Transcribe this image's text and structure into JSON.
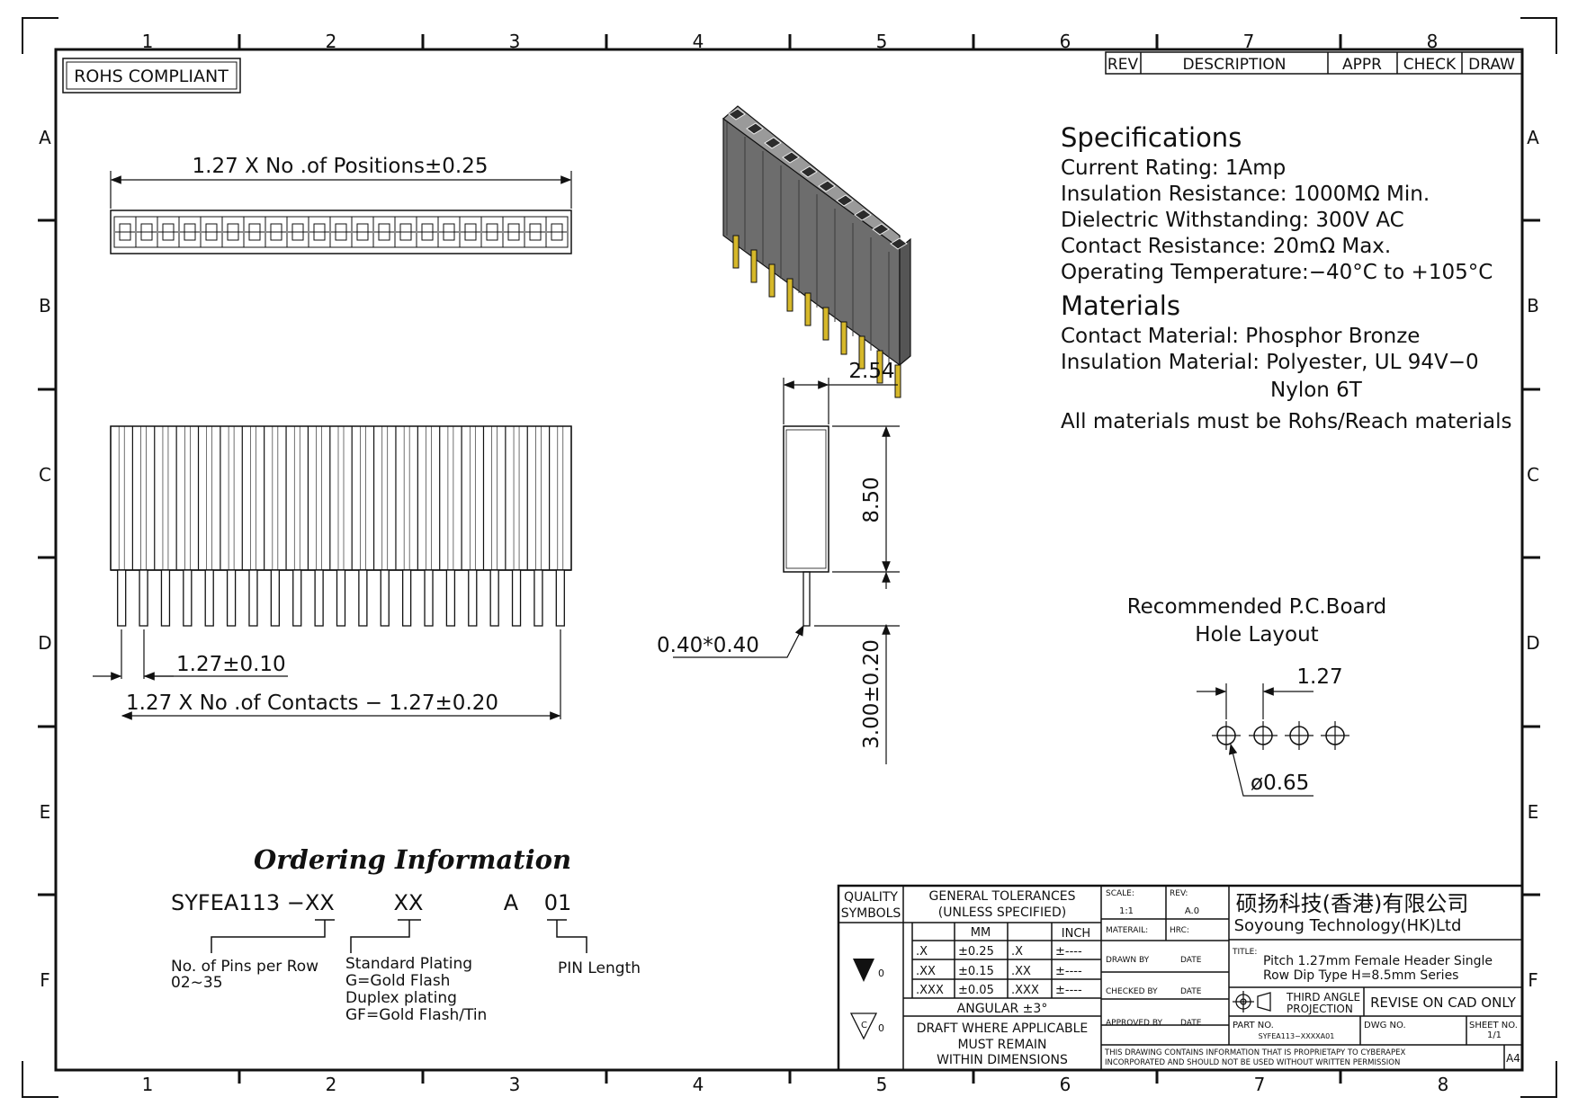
{
  "frame": {
    "cols_top": [
      "1",
      "2",
      "3",
      "4",
      "5",
      "6",
      "7",
      "8"
    ],
    "cols_bottom": [
      "1",
      "2",
      "3",
      "4",
      "5",
      "6",
      "7",
      "8"
    ],
    "rows": [
      "A",
      "B",
      "C",
      "D",
      "E",
      "F"
    ],
    "rohs": "ROHS COMPLIANT"
  },
  "revision_table": {
    "rev": "REV",
    "description": "DESCRIPTION",
    "appr": "APPR",
    "check": "CHECK",
    "draw": "DRAW"
  },
  "specifications": {
    "title": "Specifications",
    "lines": [
      "Current  Rating:    1Amp",
      "Insulation  Resistance:    1000MΩ  Min.",
      "Dielectric  Withstanding:    300V  AC",
      "Contact  Resistance:    20mΩ  Max.",
      "Operating  Temperature:−40°C  to  +105°C"
    ]
  },
  "materials": {
    "title": "Materials",
    "lines": [
      "Contact  Material:  Phosphor  Bronze",
      "Insulation  Material:  Polyester,  UL  94V−0",
      "Nylon  6T",
      "All  materials  must  be  Rohs/Reach  materials"
    ]
  },
  "dimensions": {
    "top_width": "1.27  X  No  .of  Positions±0.25",
    "pitch_front": "1.27±0.10",
    "contacts": "1.27  X  No  .of  Contacts  −  1.27±0.20",
    "side_width": "2.54",
    "body_height": "8.50",
    "pin_size": "0.40*0.40",
    "pin_length": "3.00±0.20"
  },
  "pcb_layout": {
    "title_line1": "Recommended  P.C.Board",
    "title_line2": "Hole  Layout",
    "pitch": "1.27",
    "hole_dia": "ø0.65"
  },
  "ordering": {
    "title": "Ordering Information",
    "part_base": "SYFEA113  −XX",
    "plating_code": "XX",
    "type_code": "A",
    "length_code": "01",
    "pins_label_1": "No.  of  Pins  per  Row",
    "pins_label_2": "02~35",
    "plating_1": "Standard  Plating",
    "plating_2": "G=Gold  Flash",
    "plating_3": "Duplex  plating",
    "plating_4": "GF=Gold  Flash/Tin",
    "pin_length_label": "PIN  Length"
  },
  "title_block": {
    "quality": "QUALITY",
    "symbols": "SYMBOLS",
    "sym1": "0",
    "sym2": "0",
    "gen_tol_1": "GENERAL  TOLERANCES",
    "gen_tol_2": "(UNLESS  SPECIFIED)",
    "mm": "MM",
    "inch": "INCH",
    "tol_rows": [
      {
        "a": ".X",
        "b": "±0.25",
        "c": ".X",
        "d": "±----"
      },
      {
        "a": ".XX",
        "b": "±0.15",
        "c": ".XX",
        "d": "±----"
      },
      {
        "a": ".XXX",
        "b": "±0.05",
        "c": ".XXX",
        "d": "±----"
      }
    ],
    "angular": "ANGULAR  ±3°",
    "draft_1": "DRAFT  WHERE  APPLICABLE",
    "draft_2": "MUST  REMAIN",
    "draft_3": "WITHIN  DIMENSIONS",
    "scale_label": "SCALE:",
    "scale": "1:1",
    "rev_label": "REV:",
    "rev": "A.0",
    "material_label": "MATERAIL:",
    "hrc_label": "HRC:",
    "drawn_by": "DRAWN  BY",
    "checked_by": "CHECKED  BY",
    "approved_by": "APPROVED  BY",
    "date": "DATE",
    "company_cn": "硕扬科技(香港)有限公司",
    "company_en": "Soyoung  Technology(HK)Ltd",
    "title_label": "TITLE:",
    "title_1": "Pitch  1.27mm  Female  Header  Single",
    "title_2": "Row  Dip  Type  H=8.5mm  Series",
    "projection_1": "THIRD  ANGLE",
    "projection_2": "PROJECTION",
    "revise": "REVISE  ON  CAD  ONLY",
    "part_no_label": "PART  NO.",
    "part_no": "SYFEA113−XXXXA01",
    "dwg_no": "DWG  NO.",
    "sheet_no": "SHEET  NO.",
    "sheet": "1/1",
    "notice_1": "THIS  DRAWING  CONTAINS  INFORMATION  THAT  IS  PROPRIETAPY  TO  CYBERAPEX",
    "notice_2": "INCORPORATED  AND  SHOULD  NOT  BE  USED  WITHOUT  WRITTEN  PERMISSION",
    "size": "A4"
  },
  "colors": {
    "line": "#111111",
    "pin_gold": "#d6b82a",
    "body_grey": "#6d6d6d"
  }
}
